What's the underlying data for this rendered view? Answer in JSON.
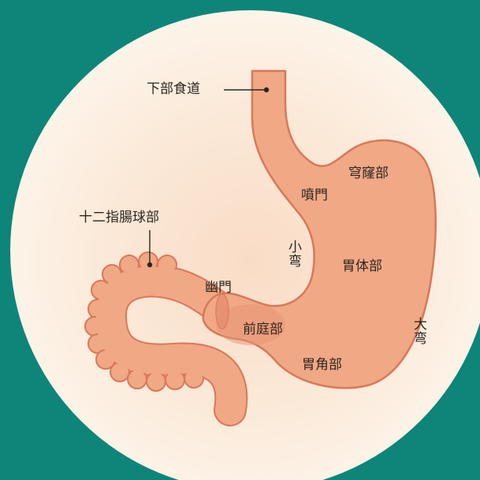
{
  "diagram": {
    "colors": {
      "background": "#0e8579",
      "circle": "#fdf4e6",
      "organ_fill": "#f0a885",
      "organ_outline": "#d9785a",
      "leader_line": "#2d2620"
    },
    "labels": {
      "lower_esophagus": "下部食道",
      "cardia": "噴門",
      "fundus": "穹窿部",
      "lesser_curvature": "小弯",
      "body": "胃体部",
      "duodenal_bulb": "十二指腸球部",
      "pylorus": "幽門",
      "antrum": "前庭部",
      "greater_curvature": "大弯",
      "angle": "胃角部"
    }
  }
}
